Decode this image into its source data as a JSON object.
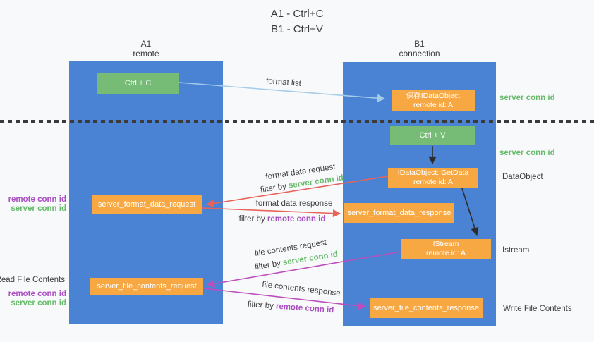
{
  "title": {
    "line1": "A1 - Ctrl+C",
    "line2": "B1 - Ctrl+V"
  },
  "lanes": {
    "a1": {
      "name": "A1",
      "subtitle": "remote"
    },
    "b1": {
      "name": "B1",
      "subtitle": "connection"
    }
  },
  "nodes": {
    "ctrl_c": {
      "label": "Ctrl + C"
    },
    "save_idataobject": {
      "line1": "保存IDataObject",
      "line2": "remote id: A"
    },
    "ctrl_v": {
      "label": "Ctrl + V"
    },
    "getdata": {
      "line1": "IDataObject::GetData",
      "line2": "remote id: A"
    },
    "format_request": {
      "label": "server_format_data_request"
    },
    "format_response": {
      "label": "server_format_data_response"
    },
    "istream": {
      "line1": "IStream",
      "line2": "remote id: A"
    },
    "file_request": {
      "label": "server_file_contents_request"
    },
    "file_response": {
      "label": "server_file_contents_response"
    }
  },
  "edge_labels": {
    "format_list": "format list",
    "format_data_request": "format data request",
    "format_data_response": "format data response",
    "file_contents_request": "file contents request",
    "file_contents_response": "file contents response",
    "filter_by": "filter by",
    "server_conn_id": "server conn id",
    "remote_conn_id": "remote conn id"
  },
  "side_labels": {
    "right_server_conn_1": "server conn id",
    "right_server_conn_2": "server conn id",
    "dataobject": "DataObject",
    "istream": "Istream",
    "write_file_contents": "Write File Contents",
    "left_remote_conn_1": "remote conn id",
    "left_server_conn_1": "server conn id",
    "read_file_contents": "Read File Contents",
    "left_remote_conn_2": "remote conn id",
    "left_server_conn_2": "server conn id"
  },
  "colors": {
    "lane_blue": "#4a82d4",
    "node_orange": "#f8a843",
    "node_green": "#76bc77",
    "text_green": "#66bb6a",
    "text_purple": "#ab4fc3",
    "arrow_red": "#e8645a",
    "arrow_magenta": "#bd4fbd",
    "arrow_light_blue": "#a5cce9",
    "arrow_black": "#2c2c2c",
    "text_dark": "#3f3f3f",
    "background": "#f8f9fa"
  }
}
